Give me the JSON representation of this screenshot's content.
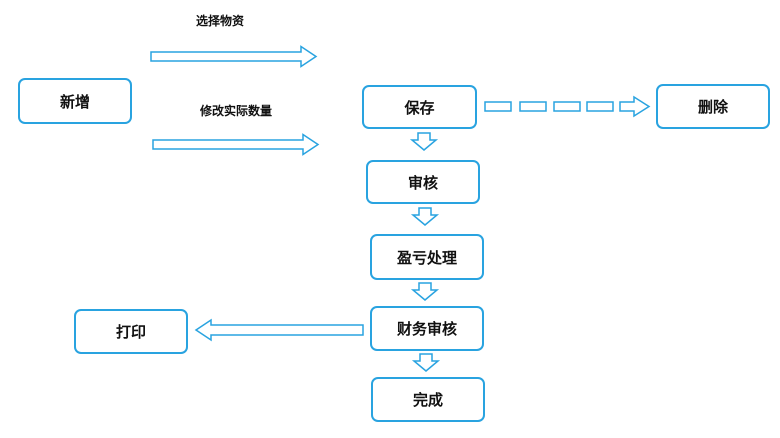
{
  "colors": {
    "accent": "#29a3e0",
    "text": "#111111",
    "background": "#ffffff"
  },
  "nodes": {
    "add": "新增",
    "save": "保存",
    "delete": "删除",
    "review": "审核",
    "loss_processing": "盈亏处理",
    "finance_review": "财务审核",
    "print": "打印",
    "complete": "完成"
  },
  "edge_labels": {
    "select_materials": "选择物资",
    "modify_quantity": "修改实际数量"
  }
}
